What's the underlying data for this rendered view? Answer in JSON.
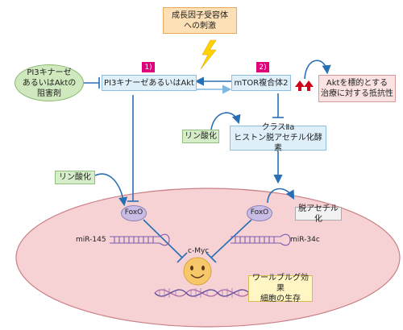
{
  "nodes": {
    "growth_factor": "成長因子受容体\nへの刺激",
    "inhibitor": "PI3キナーゼ\nあるいはAktの\n阻害剤",
    "pi3k_akt": "PI3キナーゼあるいはAkt",
    "mtorc2": "mTOR複合体2",
    "resistance": "Aktを標的とする\n治療に対する抵抗性",
    "phospho_1": "リン酸化",
    "hdac": "クラスⅡa\nヒストン脱アセチル化酵素",
    "phospho_2": "リン酸化",
    "foxo_left": "FoxO",
    "foxo_right": "FoxO",
    "deacetylation": "脱アセチル化",
    "mir145": "miR-145",
    "mir34c": "miR-34c",
    "cmyc": "c-Myc",
    "warburg": "ワールブルグ効果\n細胞の生存"
  },
  "steps": {
    "one": "1)",
    "two": "2)"
  },
  "colors": {
    "arrow": "#2a6fb3",
    "up_arrows": "#d0021b",
    "cell_fill": "#f6d2d4",
    "cell_stroke": "#c97f86",
    "bolt": "#ffd200",
    "mirna": "#7a5fb0",
    "dna_a": "#b26aa4",
    "dna_b": "#5d4a9c"
  }
}
